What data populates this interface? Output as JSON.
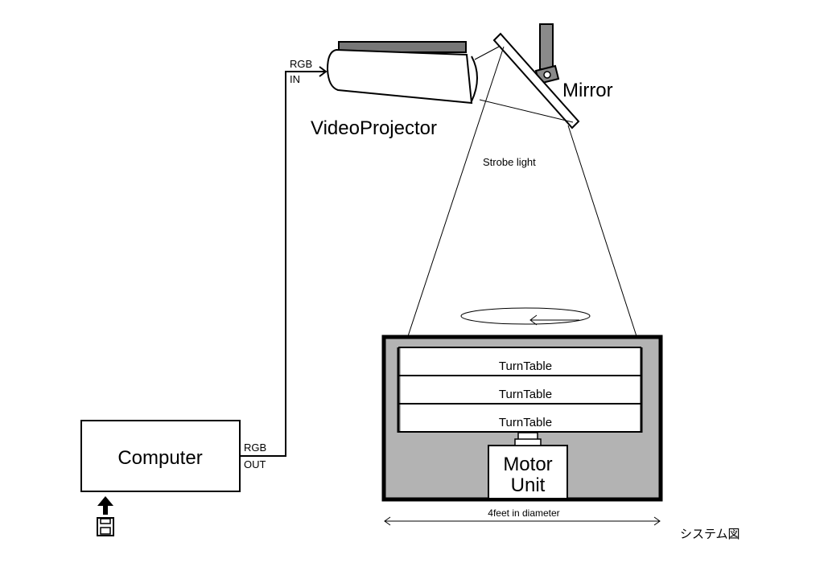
{
  "labels": {
    "video_projector": "VideoProjector",
    "mirror": "Mirror",
    "strobe_light": "Strobe light",
    "computer": "Computer",
    "rgb_in_top": "RGB",
    "rgb_in_bottom": "IN",
    "rgb_out_top": "RGB",
    "rgb_out_bottom": "OUT",
    "turntables": [
      "TurnTable",
      "TurnTable",
      "TurnTable"
    ],
    "motor_line1": "Motor",
    "motor_line2": "Unit",
    "diameter": "4feet in diameter",
    "caption": "システム図"
  },
  "colors": {
    "line": "#000000",
    "housing_gray": "#b3b3b3",
    "projector_top": "#777777",
    "mount_gray": "#8a8a8a",
    "background": "#ffffff"
  },
  "icons": [
    "floppy-disk-icon",
    "up-arrow-icon"
  ]
}
